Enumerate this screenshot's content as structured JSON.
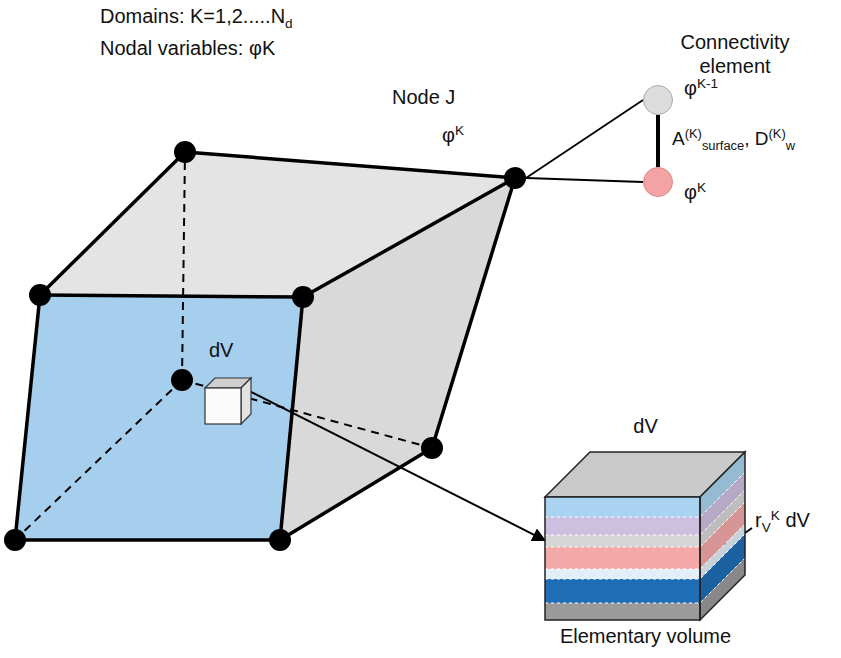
{
  "diagram": {
    "nodes": [
      {
        "text": [
          "Node J",
          "φK"
        ]
      },
      {
        "text": [
          "φK-1"
        ]
      },
      {
        "text": [
          "φK"
        ]
      },
      {
        "text": [
          "dV"
        ]
      },
      {
        "text": [
          "dV",
          "Elementary volume"
        ]
      }
    ],
    "edges": [
      {
        "from": 0,
        "to": 1,
        "arrow": "none"
      },
      {
        "from": 0,
        "to": 2,
        "arrow": "none"
      },
      {
        "from": 1,
        "to": 2,
        "arrow": "none",
        "label": "A(K)surface, D(K)w"
      },
      {
        "from": 3,
        "to": 4,
        "arrow": "to"
      }
    ],
    "labels": [
      "Domains: K=1,2.....Nd",
      "Nodal variables: φK",
      "Connectivity element",
      "rVK dV"
    ]
  }
}
